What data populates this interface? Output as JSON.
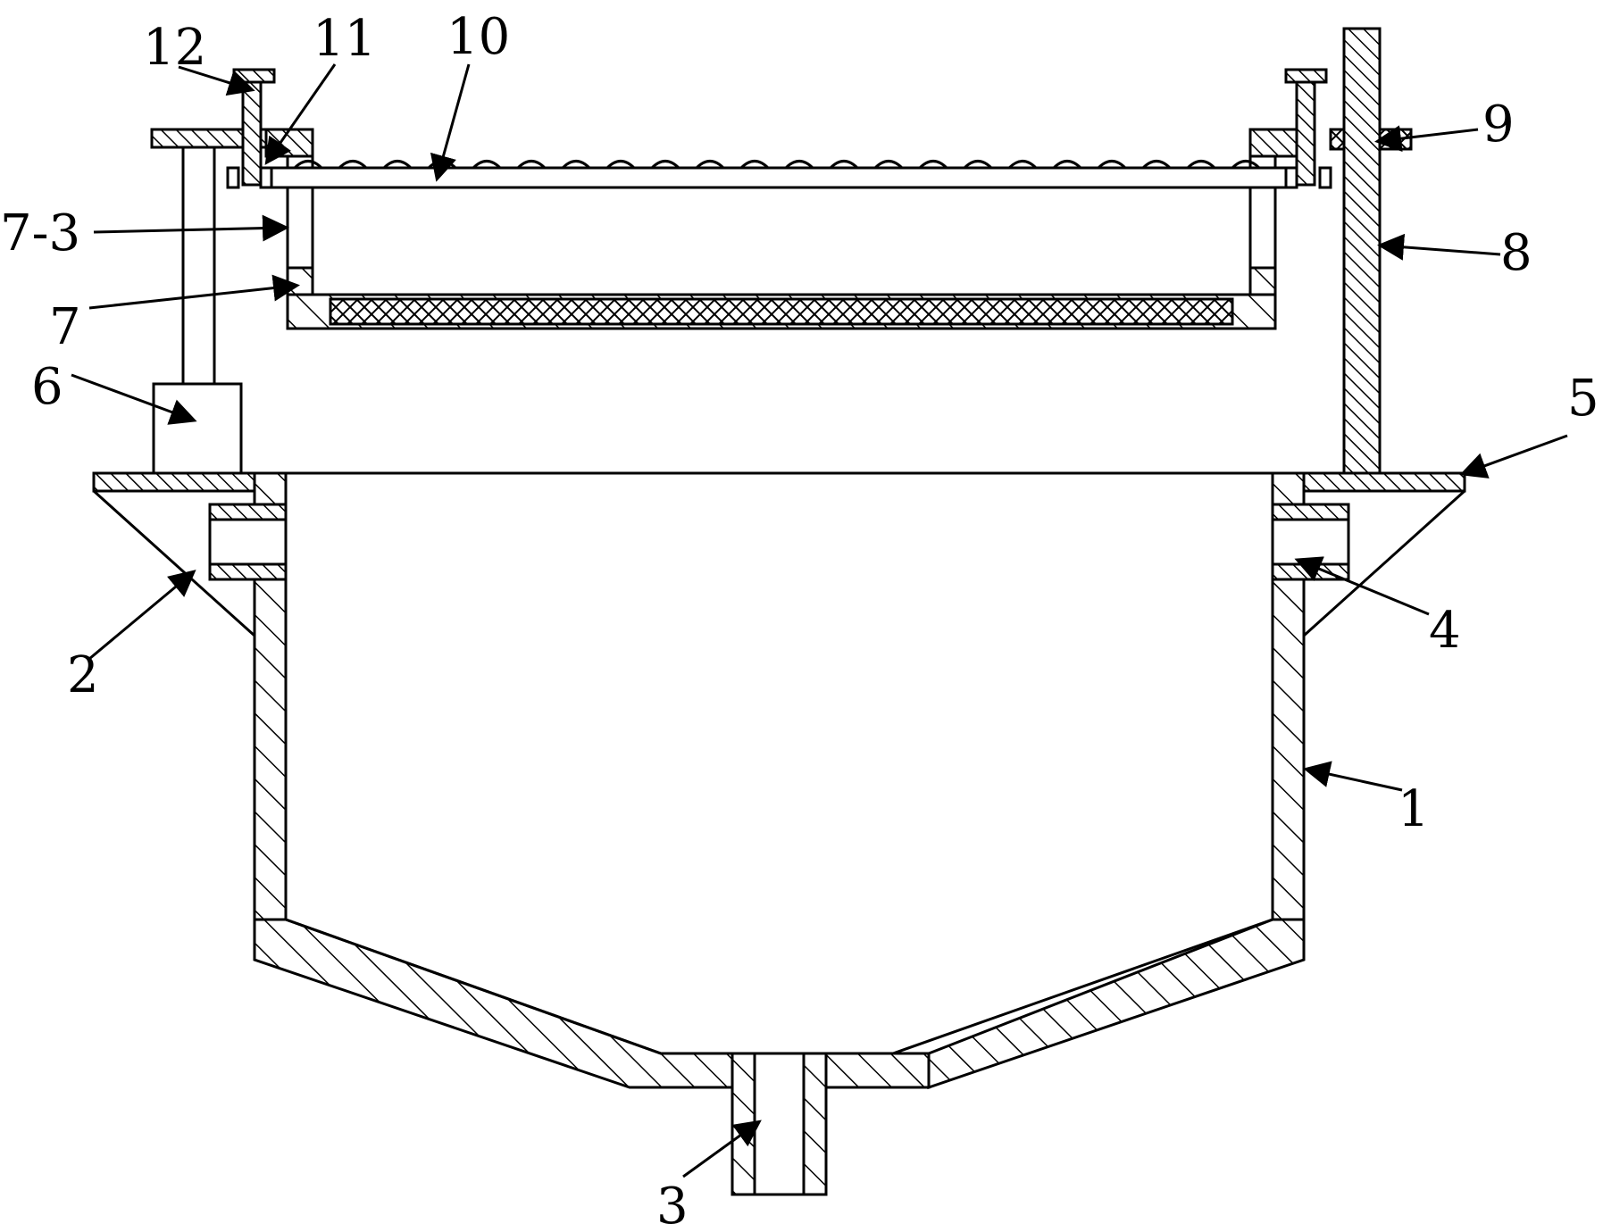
{
  "labels": {
    "l12": "12",
    "l11": "11",
    "l10": "10",
    "l9": "9",
    "l8": "8",
    "l7_3": "7-3",
    "l7": "7",
    "l6": "6",
    "l5": "5",
    "l4": "4",
    "l2": "2",
    "l1": "1",
    "l3": "3"
  }
}
